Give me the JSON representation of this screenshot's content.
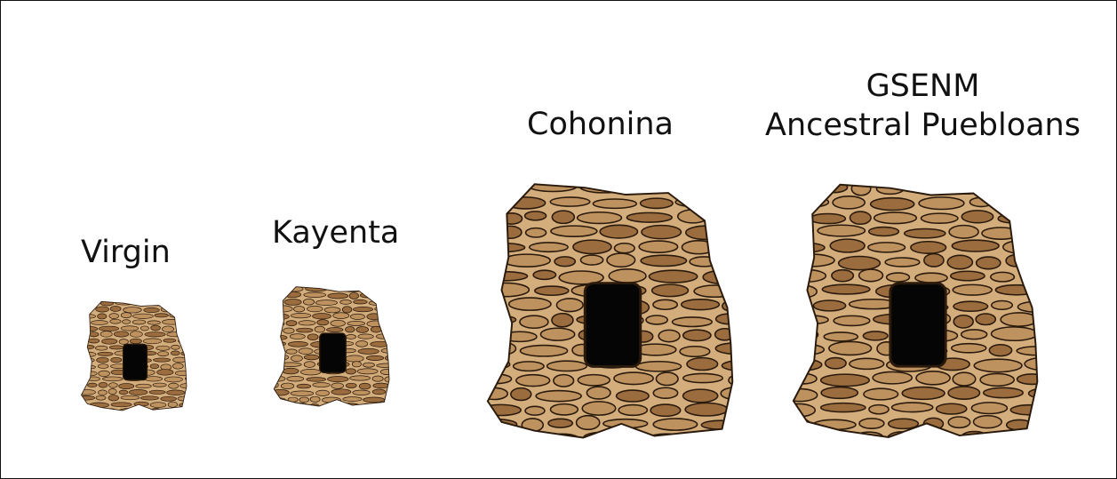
{
  "colors": {
    "stone_face": "#be925f",
    "stone_dark": "#9a6c3e",
    "stone_light": "#d3ad7c",
    "outline": "#2a1a0c",
    "doorway": "#050505",
    "background": "#ffffff"
  },
  "figures": [
    {
      "id": "virgin",
      "label": "Virgin"
    },
    {
      "id": "kayenta",
      "label": "Kayenta"
    },
    {
      "id": "cohonina",
      "label": "Cohonina"
    },
    {
      "id": "gsenm",
      "label_line1": "GSENM",
      "label_line2": "Ancestral Puebloans"
    }
  ]
}
